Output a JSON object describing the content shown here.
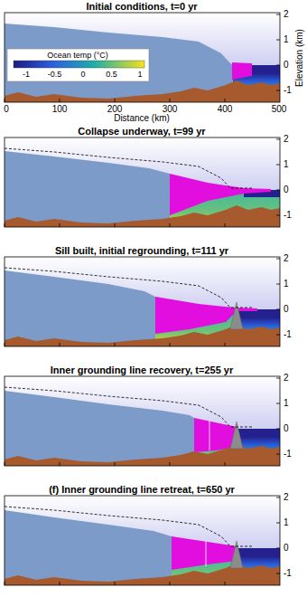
{
  "diagram": {
    "labels": [
      "Initial conditions, t=0 yr",
      "Ocean temp (°C)",
      "-1",
      "-0.5",
      "0",
      "0.5",
      "1",
      "0",
      "100",
      "200",
      "300",
      "400",
      "500",
      "Distance (km)",
      "Elevation (km)",
      "2",
      "1",
      "0",
      "-1",
      "Collapse underway, t=99 yr",
      "2",
      "1",
      "0",
      "-1",
      "Sill built, initial regrounding, t=111 yr",
      "2",
      "1",
      "0",
      "-1",
      "Inner grounding line recovery, t=255 yr",
      "2",
      "1",
      "0",
      "-1",
      "(f) Inner grounding line retreat, t=650 yr",
      "2",
      "1",
      "0",
      "-1"
    ]
  }
}
